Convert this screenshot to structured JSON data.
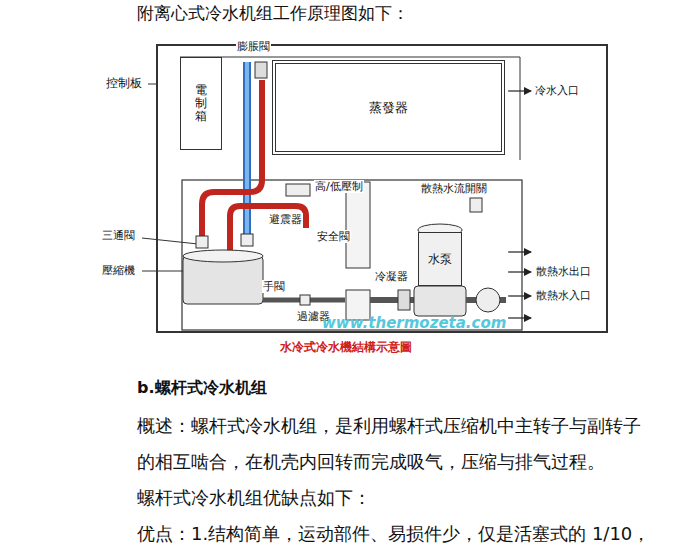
{
  "diagram": {
    "caption": "水冷式冷水機結構示意圖",
    "nodes": [
      {
        "text": [
          "電制箱"
        ]
      },
      {
        "text": [
          "蒸發器"
        ]
      },
      {
        "text": [
          "水泵"
        ]
      }
    ],
    "labels": [
      "附离心式冷水机组工作原理图如下：",
      "控制板",
      "膨脹閥",
      "冷水入口",
      "高/低壓制",
      "避震器",
      "散熱水流開關",
      "三通閥",
      "安全閥",
      "散熱水出口",
      "壓縮機",
      "手閥",
      "冷凝器",
      "散熱水入口",
      "過濾器",
      "www.thermozeta.com",
      "b.螺杆式冷水机组",
      "概述：螺杆式冷水机组，是利用螺杆式压缩机中主转子与副转子",
      "的相互啮合，在机壳内回转而完成吸气，压缩与排气过程。",
      "螺杆式冷水机组优缺点如下：",
      "优点：1.结构简单，运动部件、易损件少，仅是活塞式的 1/10，"
    ]
  }
}
